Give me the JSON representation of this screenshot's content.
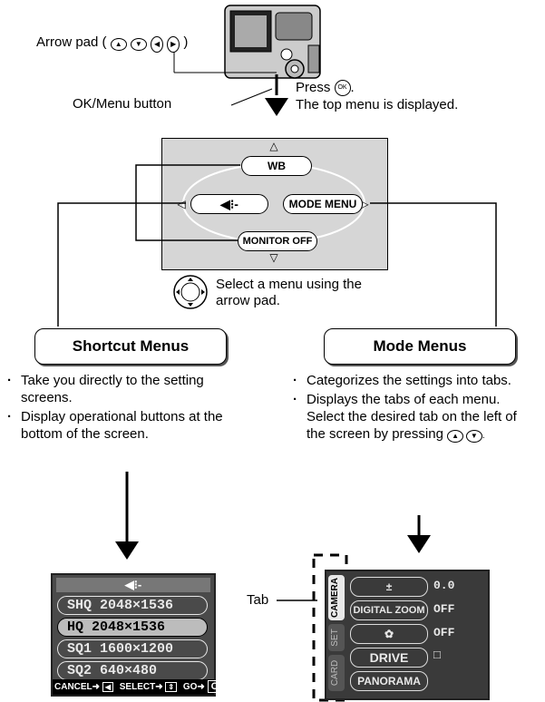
{
  "top": {
    "arrow_pad_label": "Arrow pad (",
    "arrow_pad_close": ")",
    "ok_menu_label": "OK/Menu button",
    "press_label": "Press",
    "press_tail": ".",
    "top_menu_text": "The top menu is displayed."
  },
  "top_menu": {
    "wb": "WB",
    "shortcut_symbol": "◀⁝-",
    "mode_menu": "MODE MENU",
    "monitor_off": "MONITOR OFF"
  },
  "select_text_1": "Select a menu using the",
  "select_text_2": "arrow pad.",
  "shortcut": {
    "header": "Shortcut Menus",
    "bullets": [
      "Take you directly to the setting screens.",
      "Display operational buttons at the bottom of the screen."
    ],
    "lcd": {
      "title_icon": "◀⁝-",
      "rows": [
        "SHQ 2048×1536",
        "HQ  2048×1536",
        "SQ1 1600×1200",
        "SQ2  640×480"
      ],
      "footer": [
        "CANCEL➜",
        "SELECT➜",
        "GO➜",
        "OK"
      ]
    }
  },
  "mode": {
    "header": "Mode Menus",
    "bullet1": "Categorizes the settings into tabs.",
    "bullet2": "Displays the tabs of each menu.",
    "bullet2_extra": "Select the desired tab on the left of the screen by pressing",
    "tab_label": "Tab",
    "tabs": [
      "CAMERA",
      "SET",
      "CARD"
    ],
    "rows": [
      {
        "label": "±",
        "value": "0.0"
      },
      {
        "label": "DIGITAL ZOOM",
        "value": "OFF"
      },
      {
        "label": "✿",
        "value": "OFF"
      },
      {
        "label": "DRIVE",
        "value": "□"
      },
      {
        "label": "PANORAMA",
        "value": ""
      }
    ]
  }
}
